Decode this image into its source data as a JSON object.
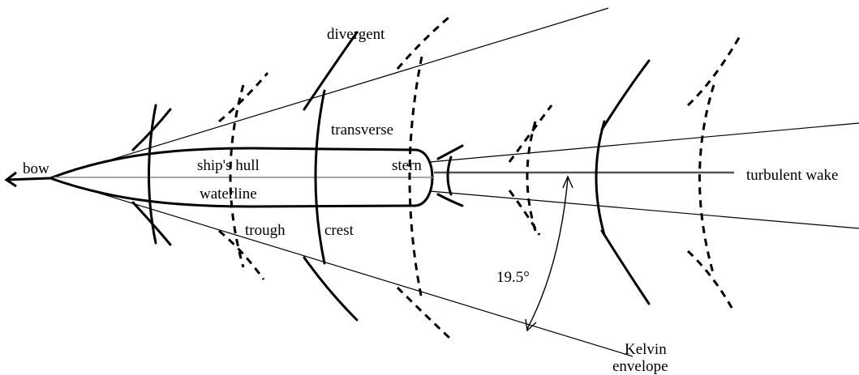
{
  "labels": {
    "bow": "bow",
    "divergent": "divergent",
    "transverse": "transverse",
    "ships_hull": "ship's hull",
    "waterline": "waterline",
    "stern": "stern",
    "trough": "trough",
    "crest": "crest",
    "turbulent_wake": "turbulent wake",
    "angle": "19.5°",
    "kelvin": "Kelvin",
    "envelope": "envelope"
  }
}
